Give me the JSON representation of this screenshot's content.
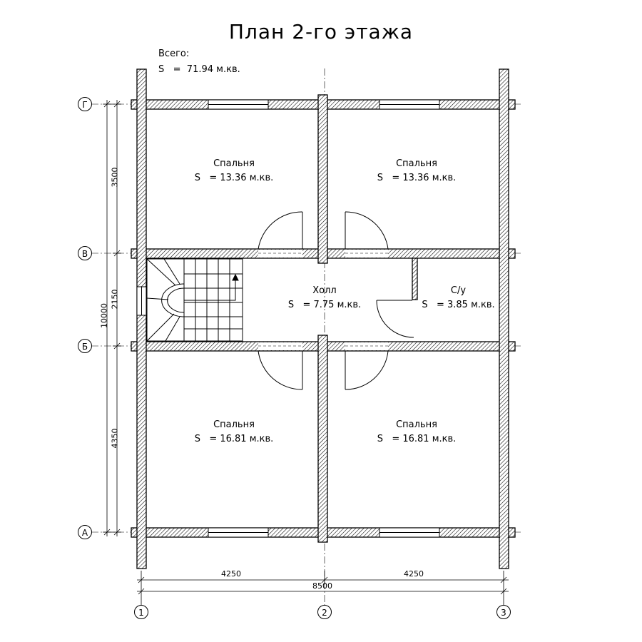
{
  "title": "План 2-го этажа",
  "total": {
    "label": "Всего:",
    "area_label": "S   =  71.94 м.кв."
  },
  "rooms": [
    {
      "name": "Спальня",
      "area": "S   = 13.36 м.кв."
    },
    {
      "name": "Спальня",
      "area": "S   = 13.36 м.кв."
    },
    {
      "name": "Холл",
      "area": "S   = 7.75 м.кв."
    },
    {
      "name": "С/у",
      "area": "S   = 3.85 м.кв."
    },
    {
      "name": "Спальня",
      "area": "S   = 16.81 м.кв."
    },
    {
      "name": "Спальня",
      "area": "S   = 16.81 м.кв."
    }
  ],
  "dimensions": {
    "vertical": [
      "3500",
      "2150",
      "4350"
    ],
    "vertical_total": "10000",
    "horizontal": [
      "4250",
      "4250"
    ],
    "horizontal_total": "8500"
  },
  "axes": {
    "rows": [
      "Г",
      "В",
      "Б",
      "А"
    ],
    "columns": [
      "1",
      "2",
      "3"
    ]
  }
}
